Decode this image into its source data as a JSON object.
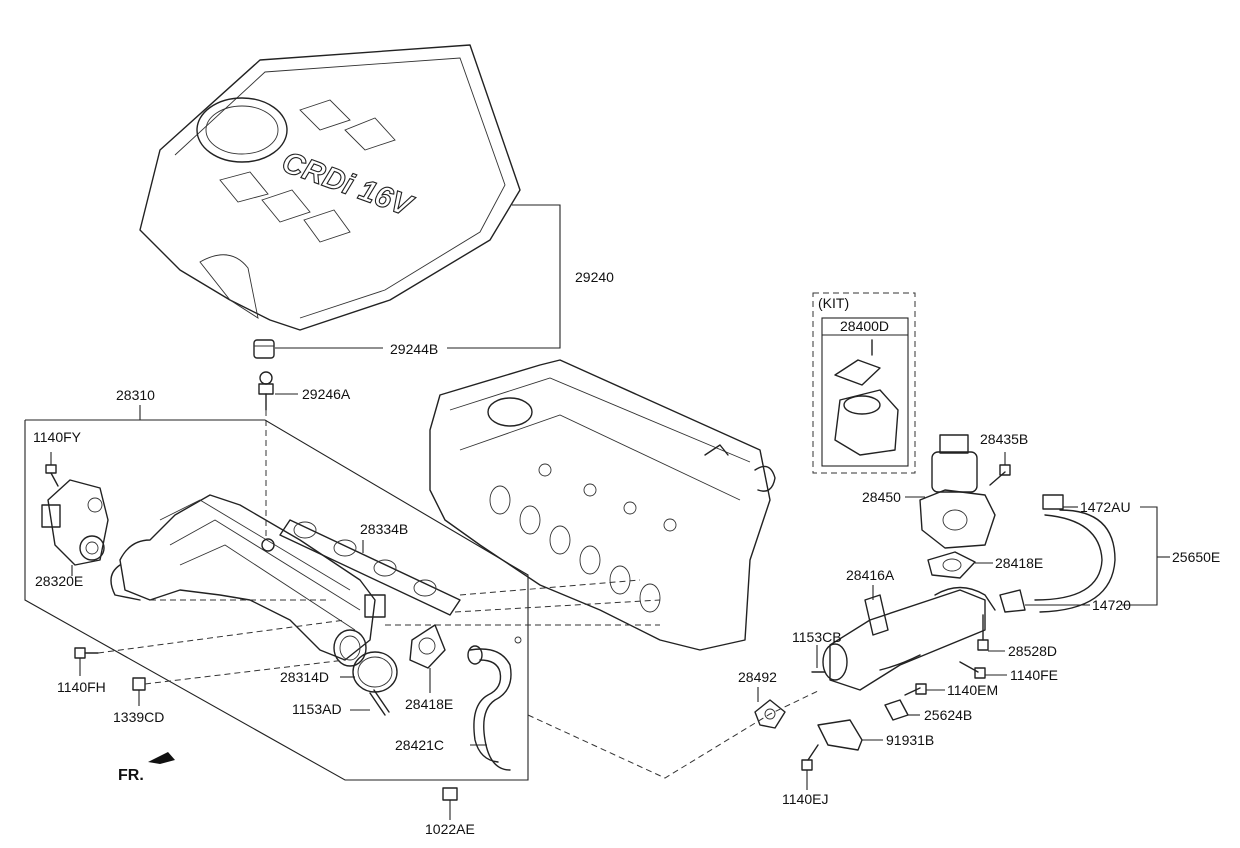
{
  "diagram": {
    "parts": {
      "p29240": "29240",
      "p29244B": "29244B",
      "p29246A": "29246A",
      "p28310": "28310",
      "p1140FY": "1140FY",
      "p28320E": "28320E",
      "p28334B": "28334B",
      "p1140FH": "1140FH",
      "p1339CD": "1339CD",
      "p28314D": "28314D",
      "p1153AD": "1153AD",
      "p28418E_left": "28418E",
      "p28421C": "28421C",
      "p1022AE": "1022AE",
      "kit_label": "(KIT)",
      "p28400D": "28400D",
      "p28435B": "28435B",
      "p28450": "28450",
      "p28418E_right": "28418E",
      "p1472AU": "1472AU",
      "p25650E": "25650E",
      "p28416A": "28416A",
      "p14720": "14720",
      "p1153CB": "1153CB",
      "p28528D": "28528D",
      "p28492": "28492",
      "p1140FE": "1140FE",
      "p1140EM": "1140EM",
      "p25624B": "25624B",
      "p91931B": "91931B",
      "p1140EJ": "1140EJ"
    },
    "cover_logo": "CRDi 16V",
    "front_indicator": "FR."
  }
}
